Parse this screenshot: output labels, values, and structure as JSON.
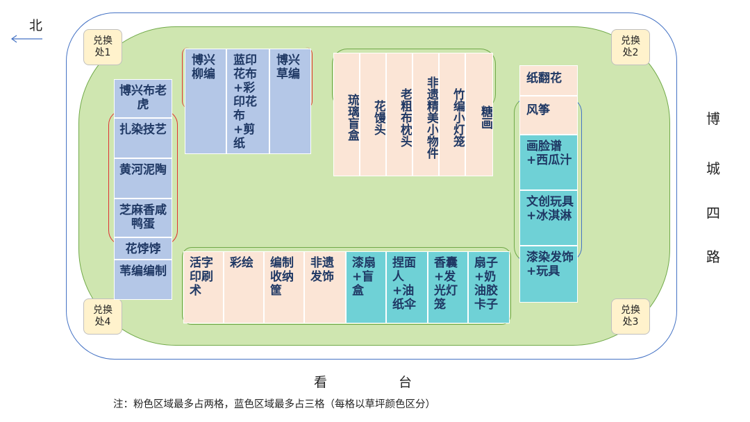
{
  "compass": {
    "north_label": "北"
  },
  "exchange_points": [
    {
      "line1": "兑换",
      "line2": "处1"
    },
    {
      "line1": "兑换",
      "line2": "处2"
    },
    {
      "line1": "兑换",
      "line2": "处3"
    },
    {
      "line1": "兑换",
      "line2": "处4"
    }
  ],
  "left_column": [
    {
      "label": "博兴布老虎",
      "color": "blue"
    },
    {
      "label": "扎染技艺",
      "color": "blue"
    },
    {
      "label": "黄河泥陶",
      "color": "blue"
    },
    {
      "label": "芝麻香咸鸭蛋",
      "color": "blue"
    },
    {
      "label": "花饽饽",
      "color": "blue"
    },
    {
      "label": "苇编编制",
      "color": "blue"
    }
  ],
  "top_left_group": [
    {
      "label": "博兴柳编",
      "color": "blue"
    },
    {
      "label": "蓝印花布+彩印花布+剪纸",
      "color": "blue"
    },
    {
      "label": "博兴草编",
      "color": "blue"
    }
  ],
  "top_right_group": [
    {
      "label": "琉璃盲盒",
      "color": "pink"
    },
    {
      "label": "花馒头",
      "color": "pink"
    },
    {
      "label": "老粗布枕头",
      "color": "pink"
    },
    {
      "label": "非遗精美小物件",
      "color": "pink"
    },
    {
      "label": "竹编小灯笼",
      "color": "pink"
    },
    {
      "label": "糖画",
      "color": "pink"
    }
  ],
  "right_column": [
    {
      "label": "纸翻花",
      "color": "pink"
    },
    {
      "label": "风筝",
      "color": "pink"
    },
    {
      "label": "画脸谱+西瓜汁",
      "color": "teal"
    },
    {
      "label": "文创玩具+冰淇淋",
      "color": "teal"
    },
    {
      "label": "漆染发饰+玩具",
      "color": "teal"
    }
  ],
  "bottom_row": [
    {
      "label": "活字印刷术",
      "color": "pink"
    },
    {
      "label": "彩绘",
      "color": "pink"
    },
    {
      "label": "编制收纳筐",
      "color": "pink"
    },
    {
      "label": "非遗发饰",
      "color": "pink"
    },
    {
      "label": "漆扇+盲盒",
      "color": "teal"
    },
    {
      "label": "捏面人+油纸伞",
      "color": "teal"
    },
    {
      "label": "香囊+发光灯笼",
      "color": "teal"
    },
    {
      "label": "扇子+奶油胶卡子",
      "color": "teal"
    }
  ],
  "road": [
    "博",
    "城",
    "四",
    "路"
  ],
  "stands": [
    "看",
    "台"
  ],
  "note": "注：粉色区域最多占两格，蓝色区域最多占三格（每格以草坪颜色区分）",
  "colors": {
    "pink": "#fbe5d6",
    "blue": "#b4c7e7",
    "teal": "#6fd1d6",
    "grass": "#cfe6b0",
    "text": "#1f3864"
  }
}
